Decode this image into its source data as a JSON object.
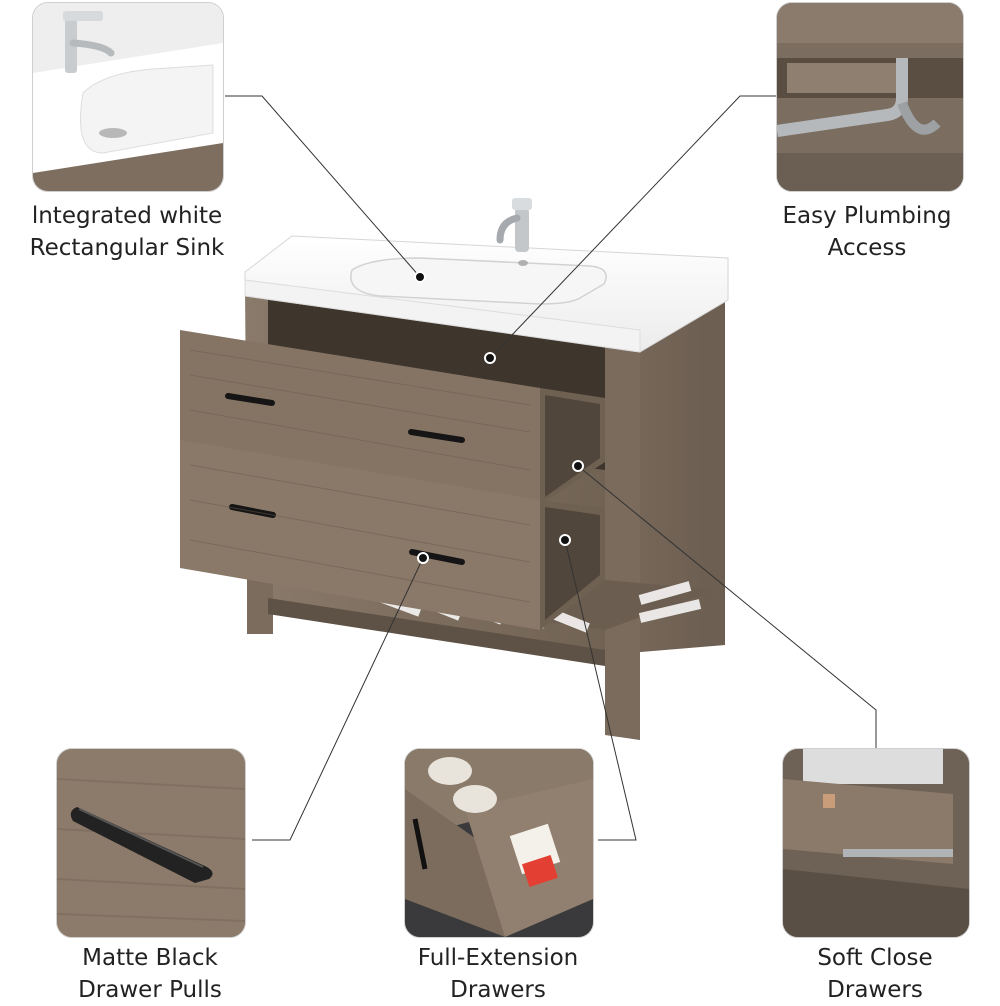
{
  "features": {
    "sink": {
      "line1": "lntegrated white",
      "line2": "Rectangular Sink"
    },
    "plumbing": {
      "line1": "Easy Plumbing",
      "line2": "Access"
    },
    "pulls": {
      "line1": "Matte Black",
      "line2": "Drawer Pulls"
    },
    "drawers": {
      "line1": "Full-Extension",
      "line2": "Drawers"
    },
    "softclose": {
      "line1": "Soft Close",
      "line2": "Drawers"
    }
  },
  "colors": {
    "wood": "#7d6d5e",
    "wood_dark": "#5e5145",
    "porcelain": "#ffffff",
    "handle": "#1b1b1b"
  }
}
